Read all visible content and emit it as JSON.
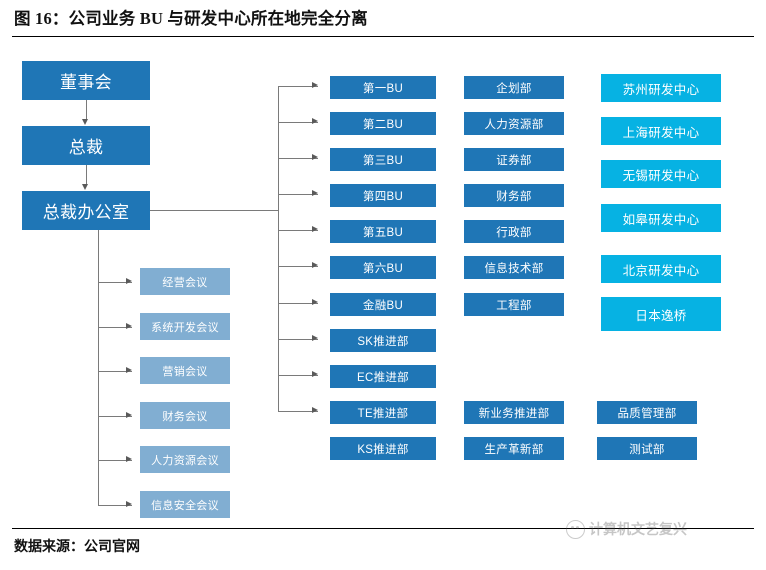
{
  "figure": {
    "title": "图 16：公司业务 BU 与研发中心所在地完全分离",
    "source_label": "数据来源：公司官网",
    "watermark": "计算机文艺复兴"
  },
  "colors": {
    "dark_blue": "#1f76b6",
    "light_blue": "#81aed2",
    "cyan": "#06b2e3",
    "connector": "#7a7a7a",
    "text_on_box": "#ffffff"
  },
  "hierarchy": {
    "board": "董事会",
    "president": "总裁",
    "president_office": "总裁办公室"
  },
  "meetings": {
    "items": [
      {
        "label": "经营会议"
      },
      {
        "label": "系统开发会议"
      },
      {
        "label": "营销会议"
      },
      {
        "label": "财务会议"
      },
      {
        "label": "人力资源会议"
      },
      {
        "label": "信息安全会议"
      }
    ]
  },
  "bu_column": {
    "items": [
      {
        "label": "第一BU"
      },
      {
        "label": "第二BU"
      },
      {
        "label": "第三BU"
      },
      {
        "label": "第四BU"
      },
      {
        "label": "第五BU"
      },
      {
        "label": "第六BU"
      },
      {
        "label": "金融BU"
      },
      {
        "label": "SK推进部"
      },
      {
        "label": "EC推进部"
      },
      {
        "label": "TE推进部"
      },
      {
        "label": "KS推进部"
      }
    ]
  },
  "department_column": {
    "items": [
      {
        "label": "企划部"
      },
      {
        "label": "人力资源部"
      },
      {
        "label": "证券部"
      },
      {
        "label": "财务部"
      },
      {
        "label": "行政部"
      },
      {
        "label": "信息技术部"
      },
      {
        "label": "工程部"
      }
    ],
    "lower_items": [
      {
        "label": "新业务推进部"
      },
      {
        "label": "生产革新部"
      }
    ]
  },
  "rd_column": {
    "items": [
      {
        "label": "苏州研发中心"
      },
      {
        "label": "上海研发中心"
      },
      {
        "label": "无锡研发中心"
      },
      {
        "label": "如皋研发中心"
      },
      {
        "label": "北京研发中心"
      },
      {
        "label": "日本逸桥"
      }
    ],
    "lower_items": [
      {
        "label": "品质管理部"
      },
      {
        "label": "测试部"
      }
    ]
  }
}
